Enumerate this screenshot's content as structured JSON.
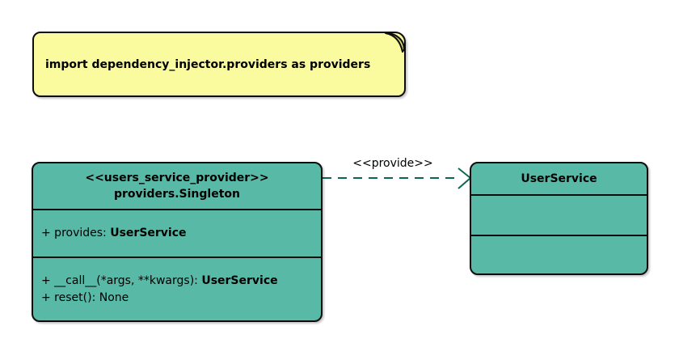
{
  "diagram_type": "uml-class-diagram",
  "colors": {
    "class_fill": "#57B9A6",
    "note_fill": "#FAFA9E",
    "note_fold_fill": "#DBDB6F",
    "edge_color": "#0B6754",
    "border_color": "#0d0d0d",
    "background": "#ffffff"
  },
  "note": {
    "text": "import dependency_injector.providers as providers"
  },
  "edge": {
    "label": "<<provide>>"
  },
  "provider_class": {
    "stereotype": "<<users_service_provider>>",
    "name": "providers.Singleton",
    "attribute_prefix": "+ provides: ",
    "attribute_type": "UserService",
    "method1_prefix": "+ __call__(*args, **kwargs): ",
    "method1_type": "UserService",
    "method2": "+ reset(): None"
  },
  "service_class": {
    "name": "UserService"
  }
}
